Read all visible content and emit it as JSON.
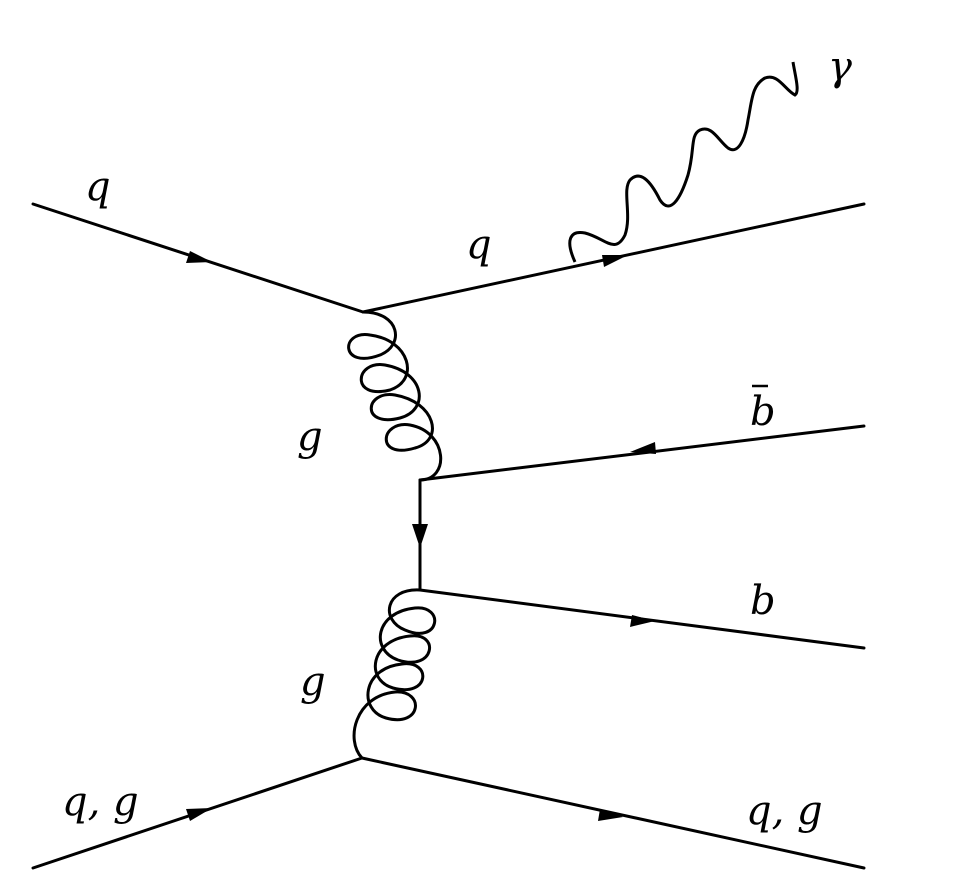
{
  "labels": {
    "incoming_quark": "q",
    "outgoing_quark": "q",
    "photon": "γ",
    "upper_gluon": "g",
    "anti_b": "b",
    "b_quark": "b",
    "lower_gluon": "g",
    "incoming_parton": "q, g",
    "outgoing_parton": "q, g"
  }
}
